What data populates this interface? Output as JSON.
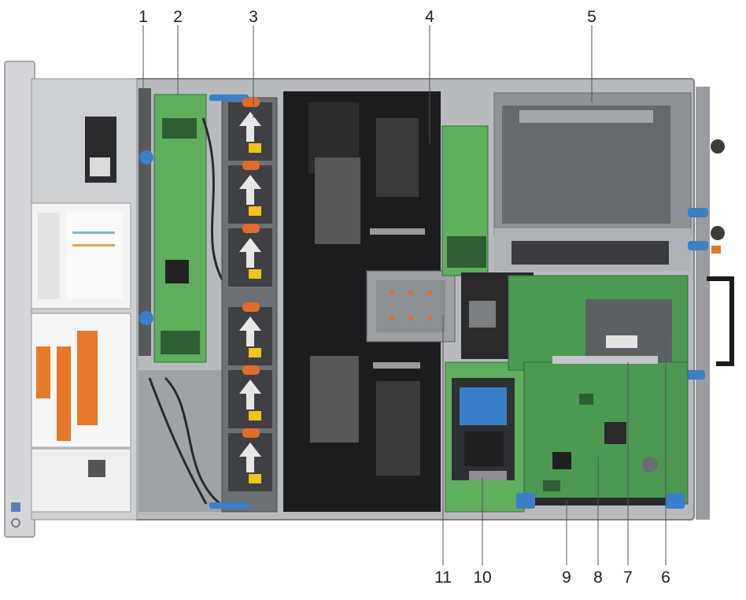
{
  "callouts": [
    {
      "id": "1",
      "label": "1"
    },
    {
      "id": "2",
      "label": "2"
    },
    {
      "id": "3",
      "label": "3"
    },
    {
      "id": "4",
      "label": "4"
    },
    {
      "id": "5",
      "label": "5"
    },
    {
      "id": "6",
      "label": "6"
    },
    {
      "id": "7",
      "label": "7"
    },
    {
      "id": "8",
      "label": "8"
    },
    {
      "id": "9",
      "label": "9"
    },
    {
      "id": "10",
      "label": "10"
    },
    {
      "id": "11",
      "label": "11"
    }
  ],
  "colors": {
    "chassis": "#a9acb0",
    "front_panel": "#c9ccd0",
    "motherboard_green": "#4c9a52",
    "pcb_green": "#5fae5d",
    "shroud_black": "#1c1c1e",
    "fan_grey": "#4a4a4c",
    "fan_orange": "#e46a2a",
    "fan_label": "#f0c419",
    "latch_blue": "#3a7fc8",
    "warning_orange": "#e8782a"
  }
}
